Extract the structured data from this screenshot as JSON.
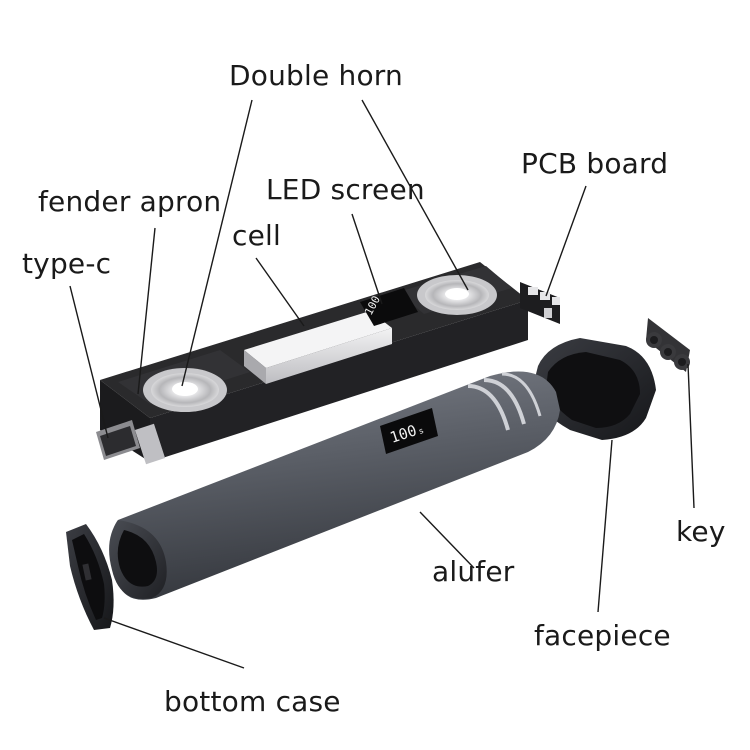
{
  "diagram": {
    "labels": {
      "double_horn": "Double horn",
      "pcb_board": "PCB board",
      "fender_apron": "fender apron",
      "led_screen": "LED screen",
      "cell": "cell",
      "type_c": "type-c",
      "key": "key",
      "alufer": "alufer",
      "facepiece": "facepiece",
      "bottom_case": "bottom case"
    },
    "display_readout": "100",
    "display_unit": "s",
    "colors": {
      "housing": "#5d6169",
      "housing_dark": "#3a3d44",
      "frame": "#2b2b2d",
      "battery": "#d9d9db",
      "leader_line": "#1a1a1a"
    }
  }
}
